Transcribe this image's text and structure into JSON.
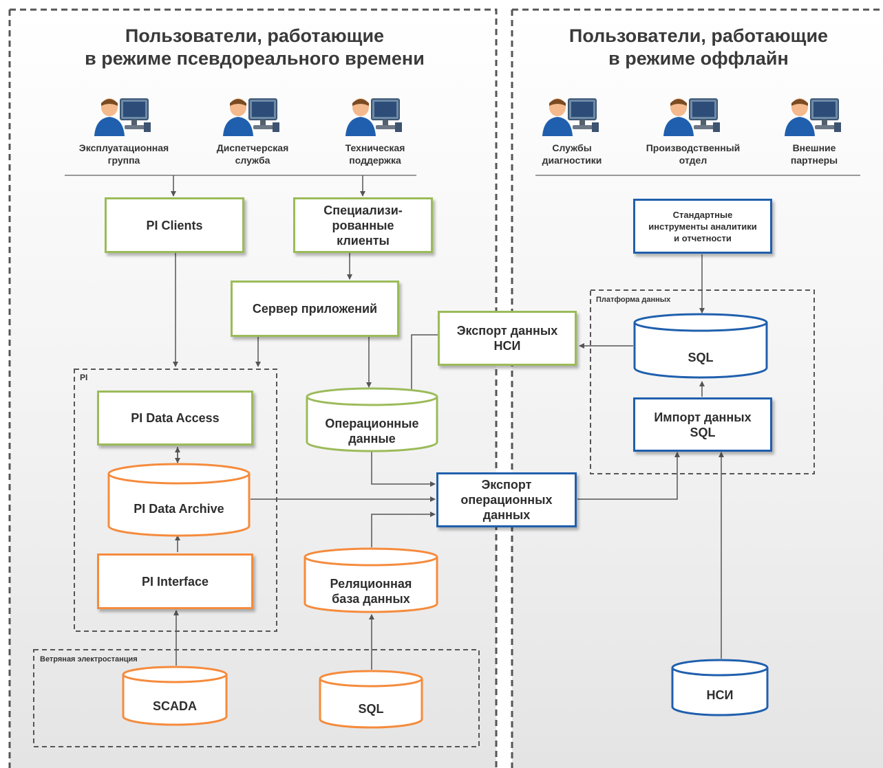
{
  "left_title": [
    "Пользователи, работающие",
    "в режиме псевдореального времени"
  ],
  "right_title": [
    "Пользователи, работающие",
    "в режиме оффлайн"
  ],
  "left_users": [
    {
      "label": [
        "Эксплуатационная",
        "группа"
      ]
    },
    {
      "label": [
        "Диспетчерская",
        "служба"
      ]
    },
    {
      "label": [
        "Техническая",
        "поддержка"
      ]
    }
  ],
  "right_users": [
    {
      "label": [
        "Службы",
        "диагностики"
      ]
    },
    {
      "label": [
        "Производственный",
        "отдел"
      ]
    },
    {
      "label": [
        "Внешние",
        "партнеры"
      ]
    }
  ],
  "boxes": {
    "pi_clients": [
      "PI Clients"
    ],
    "special_clients": [
      "Специализи-",
      "рованные",
      "клиенты"
    ],
    "app_server": [
      "Сервер приложений"
    ],
    "pi_data_access": [
      "PI Data Access"
    ],
    "pi_interface": [
      "PI Interface"
    ],
    "export_nsi": [
      "Экспорт данных",
      "НСИ"
    ],
    "export_ops": [
      "Экспорт",
      "операционных",
      "данных"
    ],
    "std_tools": [
      "Стандартные",
      "инструменты аналитики",
      "и отчетности"
    ],
    "import_sql": [
      "Импорт данных",
      "SQL"
    ]
  },
  "cylinders": {
    "pi_data_archive": [
      "PI Data Archive"
    ],
    "ops_data": [
      "Операционные",
      "данные"
    ],
    "rel_db": [
      "Реляционная",
      "база данных"
    ],
    "scada": [
      "SCADA"
    ],
    "sql_wind": [
      "SQL"
    ],
    "sql_platform": [
      "SQL"
    ],
    "nsi": [
      "НСИ"
    ]
  },
  "groups": {
    "pi": "PI",
    "wind": "Ветряная электростанция",
    "platform": "Платформа данных"
  },
  "colors": {
    "green": "#9bbb59",
    "orange": "#f58b3c",
    "blue": "#1f5fad",
    "line": "#555555"
  }
}
